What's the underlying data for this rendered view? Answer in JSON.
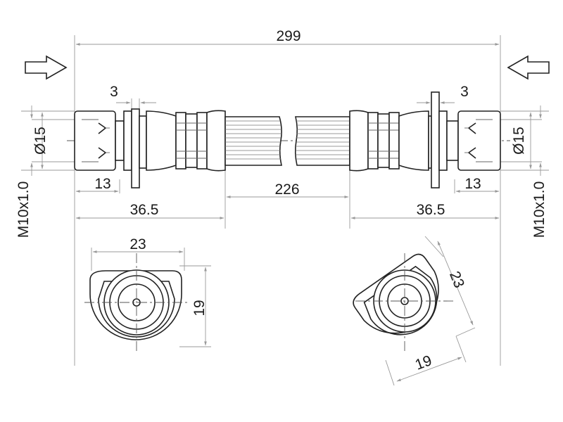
{
  "dimensions": {
    "overall_length": "299",
    "hose_length": "226",
    "flange_thickness_left": "3",
    "flange_thickness_right": "3",
    "diameter_left": "Ø15",
    "diameter_right": "Ø15",
    "fitting_length_left": "13",
    "fitting_length_right": "13",
    "end_length_left": "36.5",
    "end_length_right": "36.5",
    "thread_left": "M10x1.0",
    "thread_right": "M10x1.0",
    "flange_width_left": "23",
    "flange_height_left": "19",
    "flange_width_right": "23",
    "flange_height_right": "19"
  },
  "colors": {
    "line": "#222222",
    "dimension": "#999999",
    "background": "#ffffff"
  },
  "icons": {
    "left_arrow": "flow-arrow-right-icon",
    "right_arrow": "flow-arrow-left-icon"
  }
}
